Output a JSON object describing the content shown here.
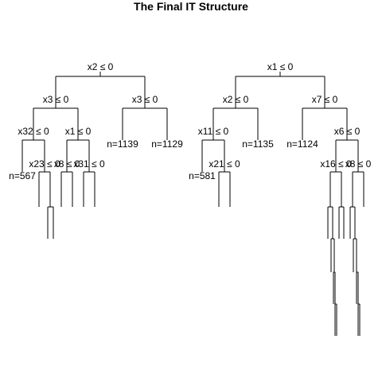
{
  "title": "The Final IT Structure",
  "line_color": "#000000",
  "trees": [
    {
      "split_labels": [
        "x2 ≤ 0",
        "x3 ≤ 0",
        "x3 ≤ 0",
        "x32 ≤ 0",
        "x1 ≤ 0",
        "x23 ≤ 0",
        "x8 ≤ 0",
        "x31 ≤ 0"
      ],
      "leaf_labels": [
        "n=1139",
        "n=1129",
        "n=567"
      ]
    },
    {
      "split_labels": [
        "x1 ≤ 0",
        "x2 ≤ 0",
        "x7 ≤ 0",
        "x11 ≤ 0",
        "x6 ≤ 0",
        "x21 ≤ 0",
        "x16 ≤ 0",
        "x8 ≤ 0"
      ],
      "leaf_labels": [
        "n=1135",
        "n=1124",
        "n=581"
      ]
    }
  ]
}
